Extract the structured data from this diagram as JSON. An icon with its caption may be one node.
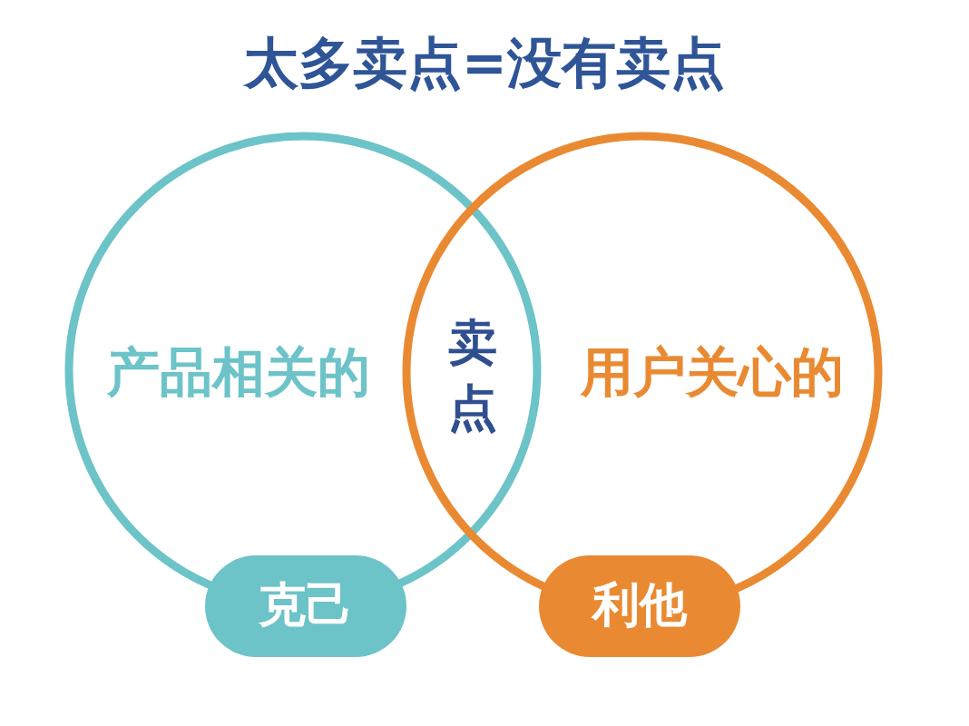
{
  "diagram": {
    "title": "太多卖点=没有卖点",
    "nodes": [
      {
        "text": [
          "产品相关的"
        ]
      },
      {
        "text": [
          "用户关心的"
        ]
      },
      {
        "text": [
          "克己"
        ]
      },
      {
        "text": [
          "利他"
        ]
      }
    ],
    "labels": [
      "卖点"
    ]
  }
}
